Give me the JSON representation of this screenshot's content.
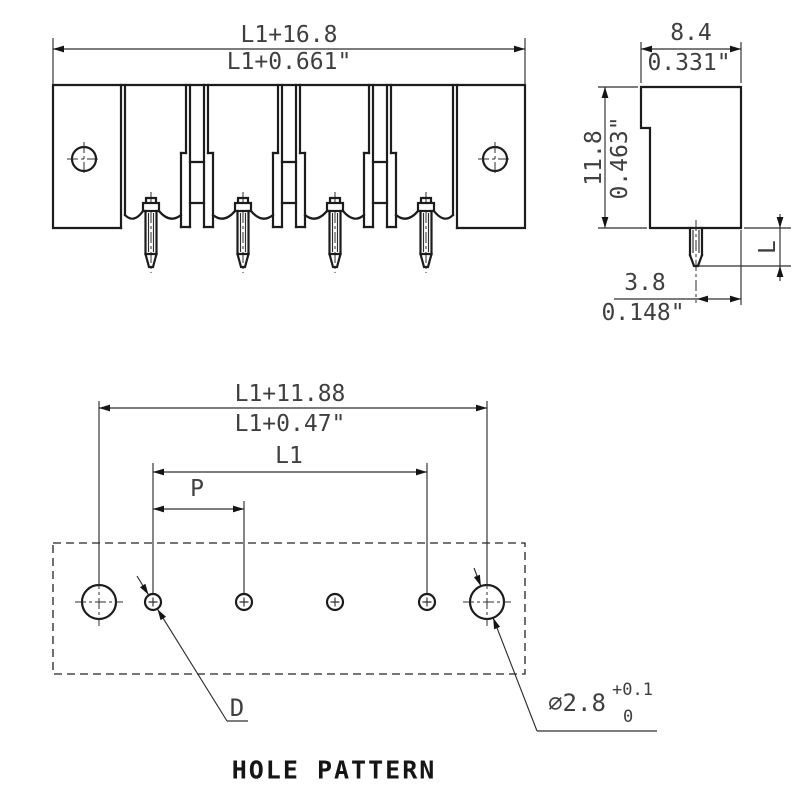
{
  "colors": {
    "ink": "#1c1c1c",
    "background": "#ffffff"
  },
  "front_view": {
    "overall_width_mm": "L1+16.8",
    "overall_width_in": "L1+0.661\""
  },
  "side_view": {
    "depth_mm": "8.4",
    "depth_in": "0.331\"",
    "height_mm": "11.8",
    "height_in": "0.463\"",
    "pin_length": "L",
    "pin_to_edge_mm": "3.8",
    "pin_to_edge_in": "0.148\""
  },
  "hole_pattern": {
    "mount_span_mm": "L1+11.88",
    "mount_span_in": "L1+0.47\"",
    "pin_span": "L1",
    "pitch": "P",
    "pin_hole_label": "D",
    "mount_hole_diameter": "⌀2.8",
    "tolerance_upper": "+0.1",
    "tolerance_lower": "0"
  },
  "title": "HOLE PATTERN"
}
